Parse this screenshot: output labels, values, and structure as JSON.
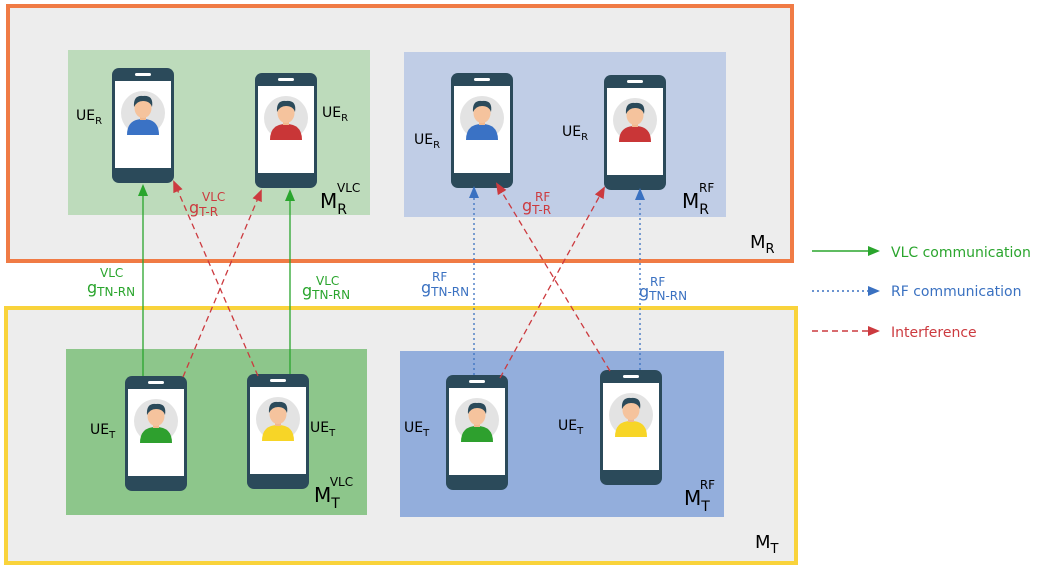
{
  "groups": {
    "receiver": {
      "label": "M",
      "sub": "R"
    },
    "transmitter": {
      "label": "M",
      "sub": "T"
    }
  },
  "subgroups": {
    "vlc_r": {
      "label": "M",
      "sub": "R",
      "sup": "VLC"
    },
    "rf_r": {
      "label": "M",
      "sub": "R",
      "sup": "RF"
    },
    "vlc_t": {
      "label": "M",
      "sub": "T",
      "sup": "VLC"
    },
    "rf_t": {
      "label": "M",
      "sub": "T",
      "sup": "RF"
    }
  },
  "ue": {
    "r": {
      "label": "UE",
      "sub": "R"
    },
    "t": {
      "label": "UE",
      "sub": "T"
    }
  },
  "gains": {
    "vlc_link": {
      "label": "g",
      "sub": "TN-RN",
      "sup": "VLC"
    },
    "rf_link": {
      "label": "g",
      "sub": "TN-RN",
      "sup": "RF"
    },
    "vlc_interf": {
      "label": "g",
      "sub": "T-R",
      "sup": "VLC"
    },
    "rf_interf": {
      "label": "g",
      "sub": "T-R",
      "sup": "RF"
    }
  },
  "legend": [
    {
      "label": "VLC communication"
    },
    {
      "label": "RF communication"
    },
    {
      "label": "Interference"
    }
  ],
  "colors": {
    "outer_r": "#f07b45",
    "outer_t": "#f9d33b",
    "vlc_r_bg": "#bddbbb",
    "vlc_t_bg": "#8dc68b",
    "rf_r_bg": "#c0cde6",
    "rf_t_bg": "#93aedc",
    "vlc": "#2aa52d",
    "rf": "#3a71c1",
    "interf": "#cc3a3f",
    "phone": "#2b4a5a",
    "shirt_blue": "#3a72c5",
    "shirt_red": "#c93637",
    "shirt_green": "#2ea02e",
    "shirt_yellow": "#f7d527"
  }
}
